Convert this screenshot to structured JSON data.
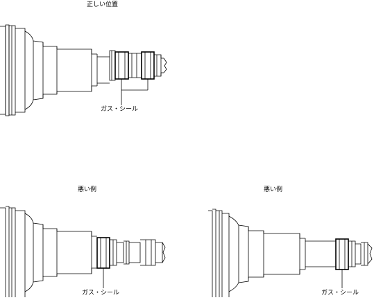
{
  "panels": {
    "correct": {
      "title": "正しい位置",
      "seal_label": "ガス・シール"
    },
    "bad_1": {
      "title": "悪い例",
      "seal_label": "ガス・シール"
    },
    "bad_2": {
      "title": "悪い例",
      "seal_label": "ガス・シール"
    }
  }
}
